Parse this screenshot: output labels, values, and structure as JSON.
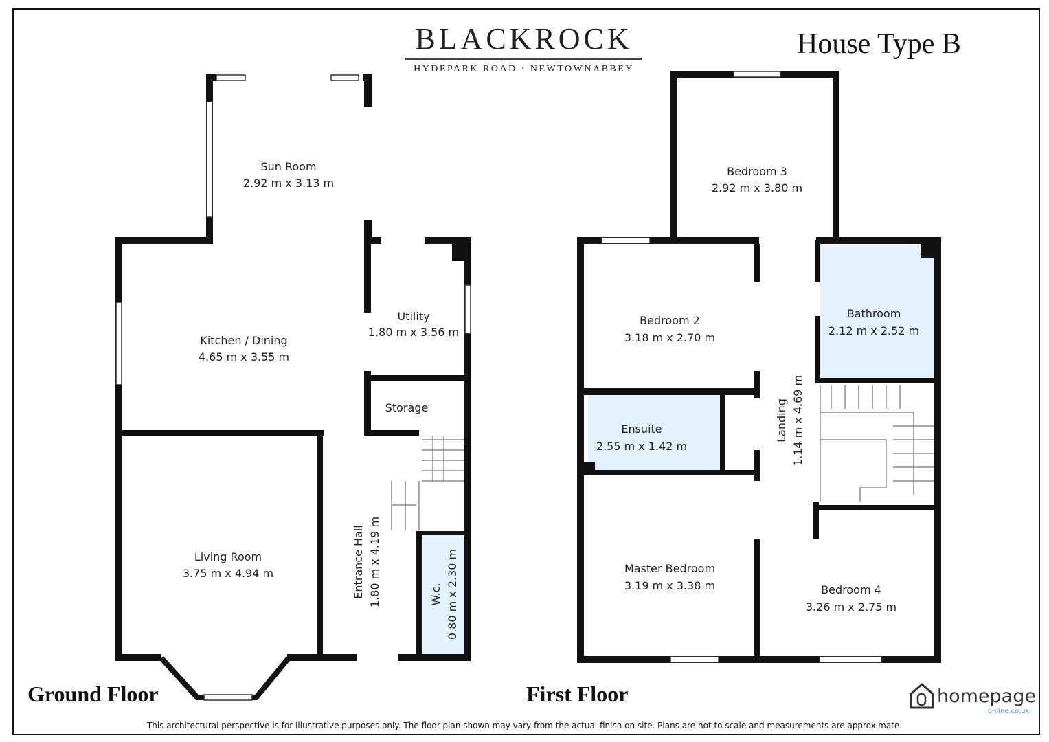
{
  "brand": {
    "name": "BLACKROCK",
    "subtitle": "HYDEPARK ROAD · NEWTOWNABBEY"
  },
  "house_type": "House Type B",
  "floors": {
    "ground": {
      "label": "Ground Floor",
      "rooms": [
        {
          "name": "Sun Room",
          "size": "2.92 m x 3.13 m"
        },
        {
          "name": "Kitchen / Dining",
          "size": "4.65 m x 3.55 m"
        },
        {
          "name": "Utility",
          "size": "1.80 m x 3.56 m"
        },
        {
          "name": "Storage",
          "size": ""
        },
        {
          "name": "Living Room",
          "size": "3.75 m x 4.94 m"
        },
        {
          "name": "Entrance Hall",
          "size": "1.80 m x 4.19 m"
        },
        {
          "name": "W.c.",
          "size": "0.80 m x 2.30 m"
        }
      ]
    },
    "first": {
      "label": "First Floor",
      "rooms": [
        {
          "name": "Bedroom 3",
          "size": "2.92 m x 3.80 m"
        },
        {
          "name": "Bedroom 2",
          "size": "3.18 m x 2.70 m"
        },
        {
          "name": "Bathroom",
          "size": "2.12 m x 2.52 m"
        },
        {
          "name": "Ensuite",
          "size": "2.55 m x 1.42 m"
        },
        {
          "name": "Landing",
          "size": "1.14 m x 4.69 m"
        },
        {
          "name": "Master Bedroom",
          "size": "3.19 m x 3.38 m"
        },
        {
          "name": "Bedroom 4",
          "size": "3.26 m x 2.75 m"
        }
      ]
    }
  },
  "colors": {
    "wall": "#111111",
    "wet_room_fill": "#e3f2fd",
    "logo_accent": "#2aa0dc"
  },
  "disclaimer": "This architectural perspective is for illustrative purposes only. The floor plan shown may vary from the actual finish on site. Plans are not to scale and measurements are approximate.",
  "logo": {
    "name": "homepage",
    "domain": "online.co.uk"
  }
}
